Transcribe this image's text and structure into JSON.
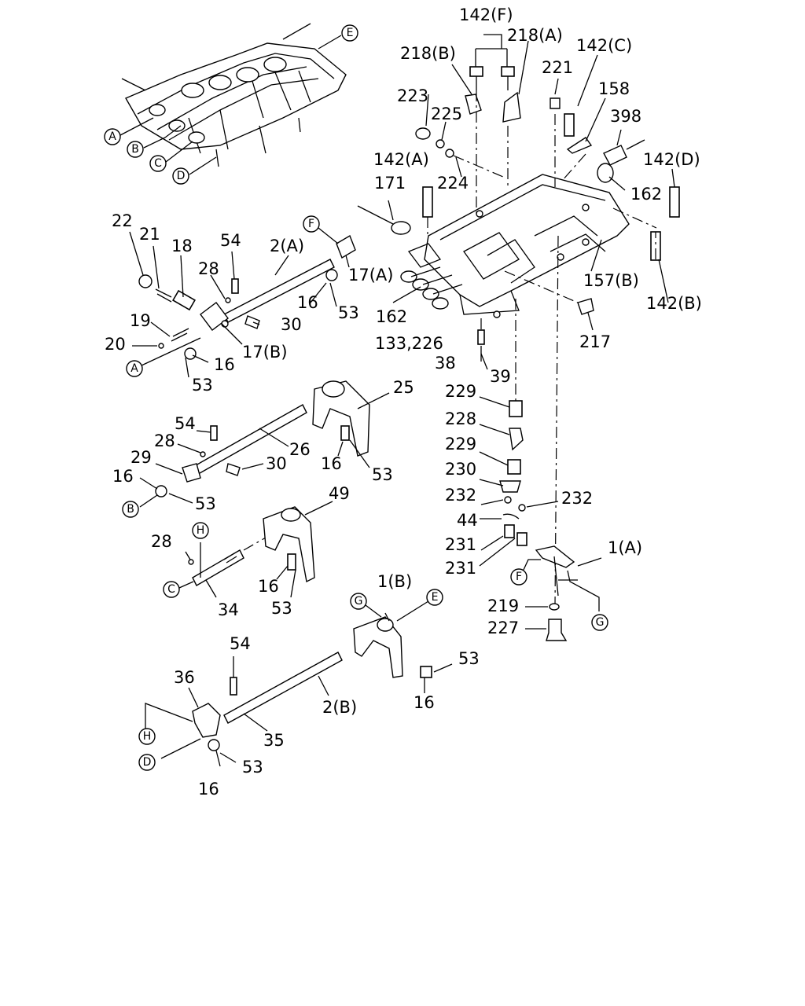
{
  "callouts": [
    "A",
    "B",
    "C",
    "D",
    "E",
    "F",
    "G",
    "H"
  ],
  "labels": {
    "p142F": "142(F)",
    "p218A": "218(A)",
    "p218B": "218(B)",
    "p142C": "142(C)",
    "p221": "221",
    "p223": "223",
    "p225": "225",
    "p158": "158",
    "p398": "398",
    "p142A": "142(A)",
    "p224": "224",
    "p142D": "142(D)",
    "p171": "171",
    "p162": "162",
    "p157B": "157(B)",
    "p142B": "142(B)",
    "p217": "217",
    "p133_226": "133,226",
    "p38": "38",
    "p39": "39",
    "p229": "229",
    "p228": "228",
    "p230": "230",
    "p232": "232",
    "p44": "44",
    "p231": "231",
    "p1A": "1(A)",
    "p219": "219",
    "p227": "227",
    "p22": "22",
    "p21": "21",
    "p18": "18",
    "p54": "54",
    "p2A": "2(A)",
    "p28": "28",
    "p17A": "17(A)",
    "p16": "16",
    "p53": "53",
    "p30": "30",
    "p19": "19",
    "p20": "20",
    "p17B": "17(B)",
    "p25": "25",
    "p26": "26",
    "p29": "29",
    "p49": "49",
    "p34": "34",
    "p1B": "1(B)",
    "p2B": "2(B)",
    "p35": "35",
    "p36": "36"
  }
}
